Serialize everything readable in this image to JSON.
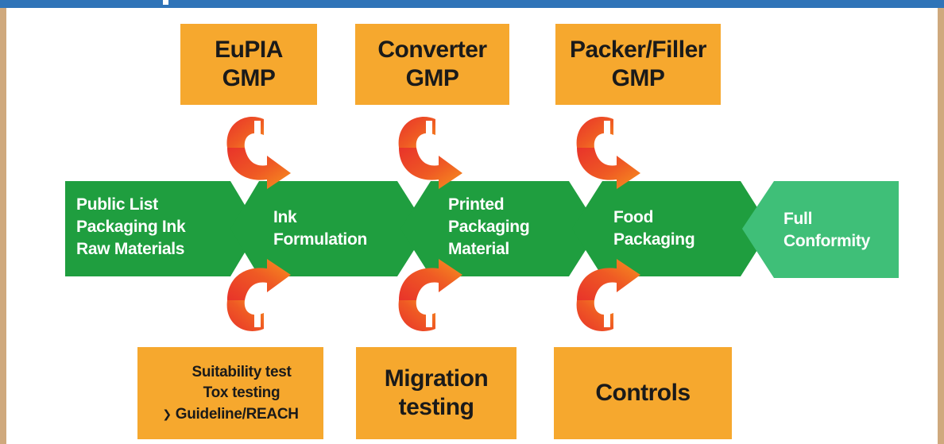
{
  "diagram": {
    "top_boxes": [
      {
        "lines": [
          "EuPIA",
          "GMP"
        ]
      },
      {
        "lines": [
          "Converter",
          "GMP"
        ]
      },
      {
        "lines": [
          "Packer/Filler",
          "GMP"
        ]
      }
    ],
    "flow_steps": [
      {
        "lines": [
          "Public List",
          "Packaging Ink",
          "Raw Materials"
        ]
      },
      {
        "lines": [
          "Ink",
          "Formulation"
        ]
      },
      {
        "lines": [
          "Printed",
          "Packaging",
          "Material"
        ]
      },
      {
        "lines": [
          "Food",
          "Packaging"
        ]
      },
      {
        "lines": [
          "Full",
          "Conformity"
        ]
      }
    ],
    "bottom_boxes": [
      {
        "lines": [
          "Suitability test",
          "Tox testing",
          "Guideline/REACH"
        ],
        "bullet_line_index": 2
      },
      {
        "lines": [
          "Migration",
          "testing"
        ]
      },
      {
        "lines": [
          "Controls"
        ]
      }
    ],
    "colors": {
      "orange_box": "#f6a82e",
      "flow_green": "#1f9e3f",
      "final_green": "#3fbf78",
      "arrow_red": "#e8332a",
      "arrow_orange": "#f7931e",
      "frame_blue": "#2f74b8",
      "frame_tan": "#cfa97d"
    },
    "icons": {
      "bullet": "chevron-right-icon",
      "feed_arrow": "curved-arrow-icon"
    }
  }
}
